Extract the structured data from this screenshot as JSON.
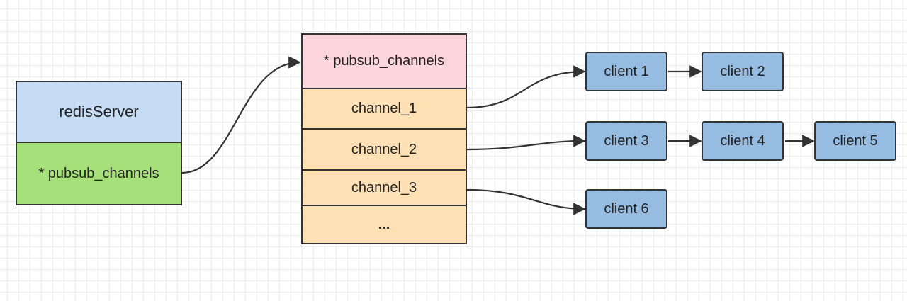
{
  "server": {
    "title": "redisServer",
    "field": "* pubsub_channels"
  },
  "dict": {
    "header": "* pubsub_channels",
    "channels": [
      "channel_1",
      "channel_2",
      "channel_3"
    ],
    "ellipsis": "..."
  },
  "clients": [
    "client 1",
    "client 2",
    "client 3",
    "client 4",
    "client 5",
    "client 6"
  ],
  "colors": {
    "server_title": "#c6dcf4",
    "server_field": "#a6e07b",
    "dict_header": "#fcd4dc",
    "dict_cell": "#fde0b4",
    "client": "#96bce2",
    "stroke": "#333333"
  }
}
